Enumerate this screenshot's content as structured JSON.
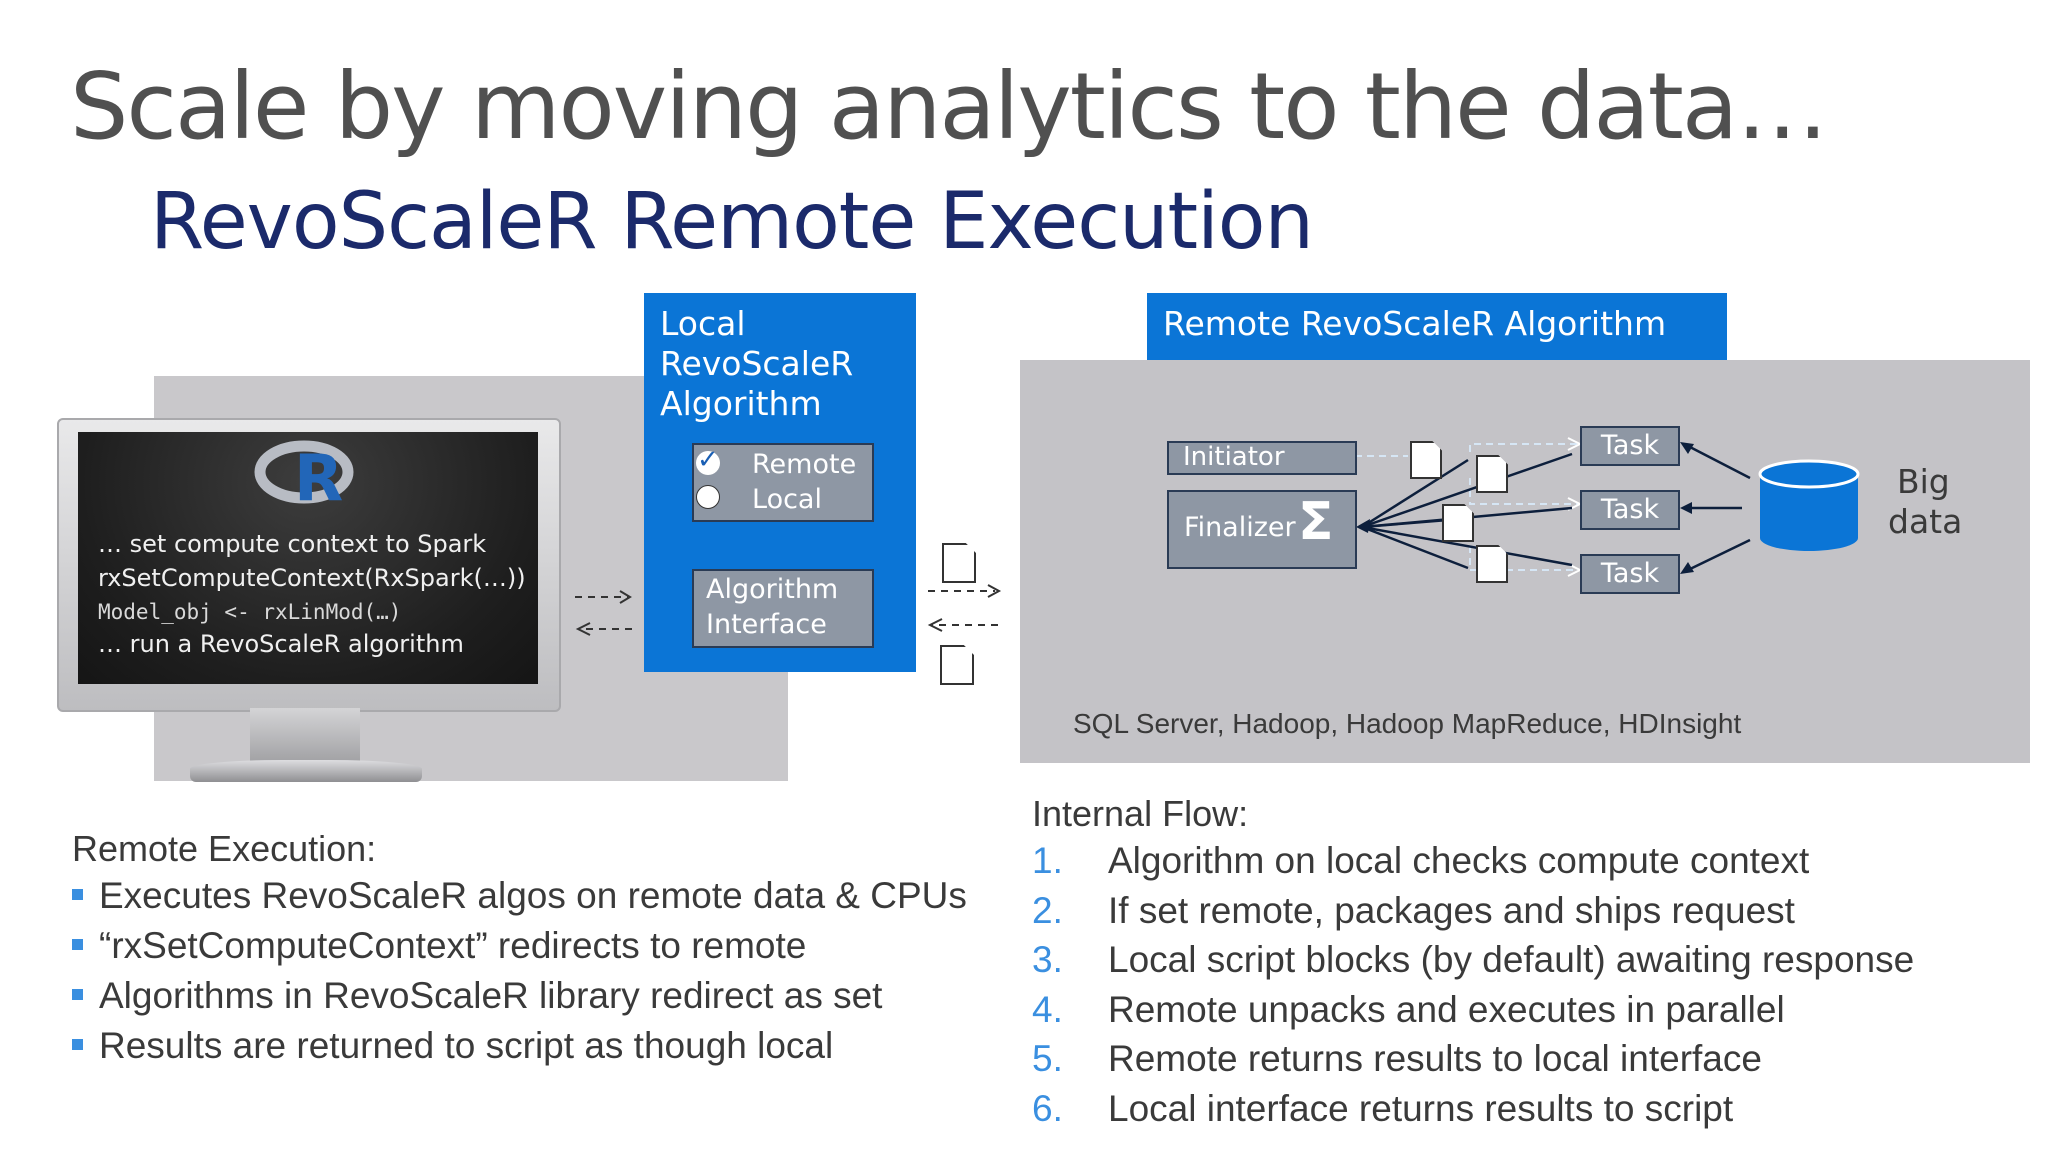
{
  "title": "Scale by moving analytics to the data…",
  "subtitle": "RevoScaleR Remote Execution",
  "monitor": {
    "logo_letter": "R",
    "lines": [
      "… set compute context to Spark",
      "rxSetComputeContext(RxSpark(…))",
      "Model_obj   <- rxLinMod(…)",
      "… run a RevoScaleR algorithm"
    ]
  },
  "local_box": {
    "title_lines": [
      "Local",
      "RevoScaleR",
      "Algorithm"
    ],
    "options": [
      "Remote",
      "Local"
    ],
    "selected_option": "Remote",
    "interface_lines": [
      "Algorithm",
      "Interface"
    ]
  },
  "remote_box": {
    "title": "Remote RevoScaleR Algorithm",
    "initiator": "Initiator",
    "finalizer": "Finalizer",
    "sigma": "Σ",
    "tasks": [
      "Task",
      "Task",
      "Task"
    ]
  },
  "big_data_lines": [
    "Big",
    "data"
  ],
  "platforms": "SQL Server, Hadoop, Hadoop MapReduce, HDInsight",
  "remote_execution": {
    "heading": "Remote Execution:",
    "items": [
      "Executes RevoScaleR algos on remote data & CPUs",
      "“rxSetComputeContext” redirects to remote",
      "Algorithms in RevoScaleR library redirect as set",
      "Results are returned to script as though local"
    ]
  },
  "internal_flow": {
    "heading": "Internal Flow:",
    "items": [
      {
        "num": "1.",
        "text": "Algorithm on local checks compute context"
      },
      {
        "num": "2.",
        "text": "If set remote, packages and ships request"
      },
      {
        "num": "3.",
        "text": "Local script blocks (by default) awaiting response"
      },
      {
        "num": "4.",
        "text": "Remote unpacks and executes in parallel"
      },
      {
        "num": "5.",
        "text": "Remote returns results to local interface"
      },
      {
        "num": "6.",
        "text": "Local interface returns results to script"
      }
    ]
  },
  "colors": {
    "blue": "#0b75d6",
    "title_gray": "#505050",
    "subtitle_navy": "#1b2a6b",
    "bullet_blue": "#3a8fe0"
  }
}
